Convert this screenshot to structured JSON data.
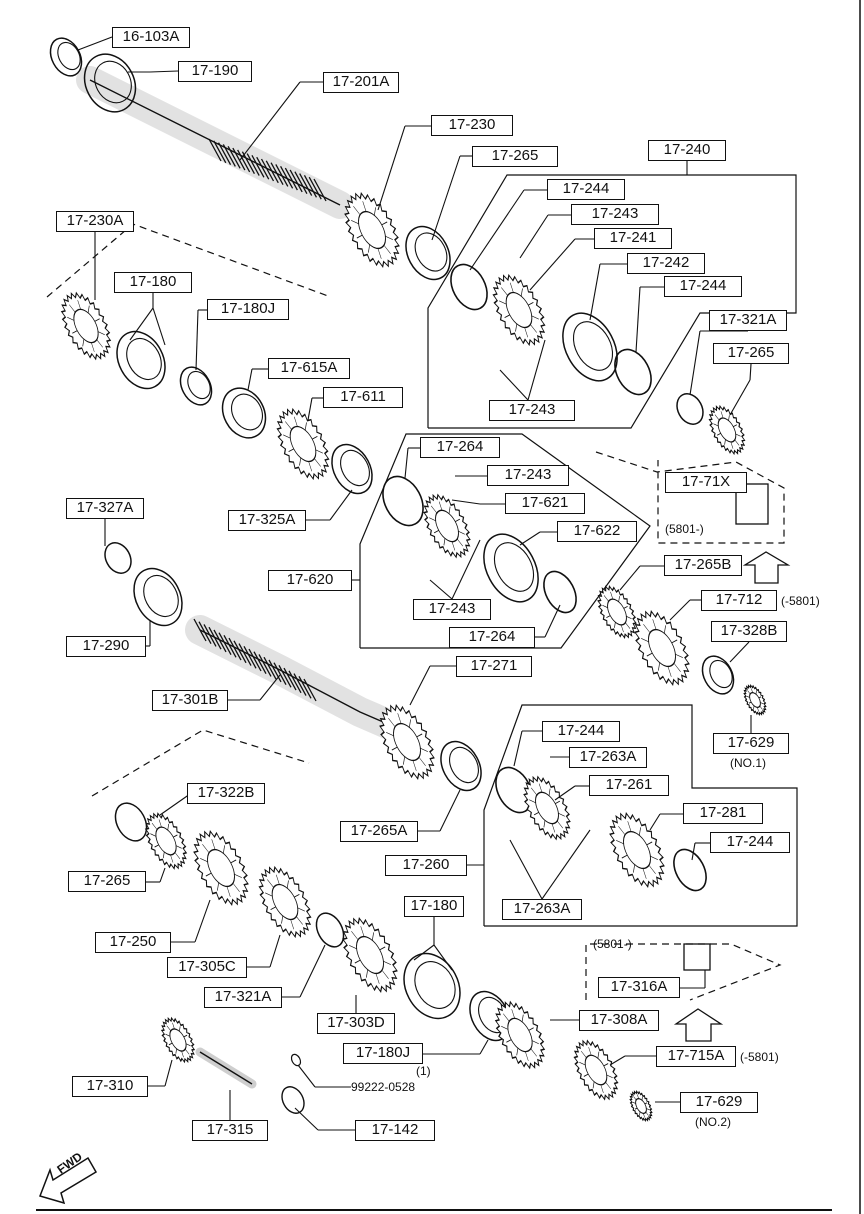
{
  "diagram": {
    "callouts": {
      "p16_103A": "16-103A",
      "p17_190": "17-190",
      "p17_201A": "17-201A",
      "p17_230": "17-230",
      "p17_265_top": "17-265",
      "p17_240": "17-240",
      "p17_244_a": "17-244",
      "p17_243_a": "17-243",
      "p17_241": "17-241",
      "p17_242": "17-242",
      "p17_244_b": "17-244",
      "p17_243_b": "17-243",
      "p17_230A": "17-230A",
      "p17_180_top": "17-180",
      "p17_180J_top": "17-180J",
      "p17_615A": "17-615A",
      "p17_611": "17-611",
      "p17_321A_top": "17-321A",
      "p17_265_right": "17-265",
      "p17_264_a": "17-264",
      "p17_243_c": "17-243",
      "p17_621": "17-621",
      "p17_622": "17-622",
      "p17_325A": "17-325A",
      "p17_71X": "17-71X",
      "p17_327A": "17-327A",
      "p17_620": "17-620",
      "p17_243_d": "17-243",
      "p17_264_b": "17-264",
      "p17_265B": "17-265B",
      "p17_712": "17-712",
      "p17_290": "17-290",
      "p17_328B": "17-328B",
      "p17_271": "17-271",
      "p17_301B": "17-301B",
      "p17_629_a": "17-629",
      "p17_244_c": "17-244",
      "p17_263A_a": "17-263A",
      "p17_261": "17-261",
      "p17_322B": "17-322B",
      "p17_281": "17-281",
      "p17_244_d": "17-244",
      "p17_265A": "17-265A",
      "p17_260": "17-260",
      "p17_265_low": "17-265",
      "p17_263A_b": "17-263A",
      "p17_250": "17-250",
      "p17_180_low": "17-180",
      "p17_305C": "17-305C",
      "p17_316A": "17-316A",
      "p17_321A_low": "17-321A",
      "p17_303D": "17-303D",
      "p17_308A": "17-308A",
      "p17_180J_low": "17-180J",
      "p17_715A": "17-715A",
      "p17_310": "17-310",
      "p17_629_b": "17-629",
      "p17_315": "17-315",
      "p17_142": "17-142"
    },
    "notes": {
      "n5801_a": "(5801-)",
      "n_5801_712": "(-5801)",
      "n_no1": "(NO.1)",
      "n5801_b": "(5801-)",
      "n_1": "(1)",
      "n_99222": "99222-0528",
      "n_5801_715": "(-5801)",
      "n_no2": "(NO.2)"
    },
    "fwd_label": "FWD"
  }
}
